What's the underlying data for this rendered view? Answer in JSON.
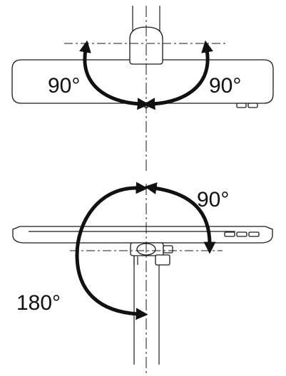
{
  "colors": {
    "line": "#1a1a1a",
    "arrow": "#111111",
    "background": "#ffffff"
  },
  "top_view": {
    "left_angle": "90°",
    "right_angle": "90°"
  },
  "side_view": {
    "tilt_angle": "90°",
    "rotation_angle": "180°"
  }
}
